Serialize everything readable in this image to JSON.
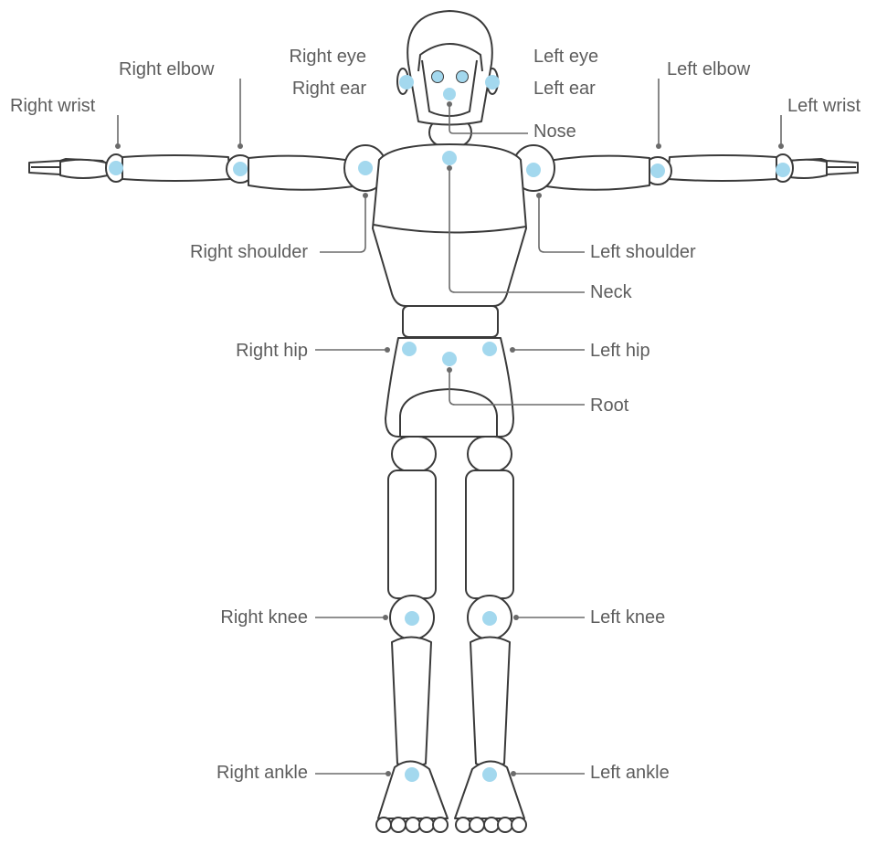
{
  "colors": {
    "joint": "#a3d8ee",
    "outline": "#3a3a3a",
    "label": "#5d5d5d",
    "leader": "#6b6b6b"
  },
  "labels": {
    "right_wrist": "Right wrist",
    "right_elbow": "Right elbow",
    "right_eye": "Right eye",
    "right_ear": "Right ear",
    "left_eye": "Left eye",
    "left_ear": "Left ear",
    "left_elbow": "Left elbow",
    "left_wrist": "Left wrist",
    "nose": "Nose",
    "right_shoulder": "Right shoulder",
    "left_shoulder": "Left shoulder",
    "neck": "Neck",
    "right_hip": "Right hip",
    "left_hip": "Left hip",
    "root": "Root",
    "right_knee": "Right knee",
    "left_knee": "Left knee",
    "right_ankle": "Right ankle",
    "left_ankle": "Left ankle"
  }
}
